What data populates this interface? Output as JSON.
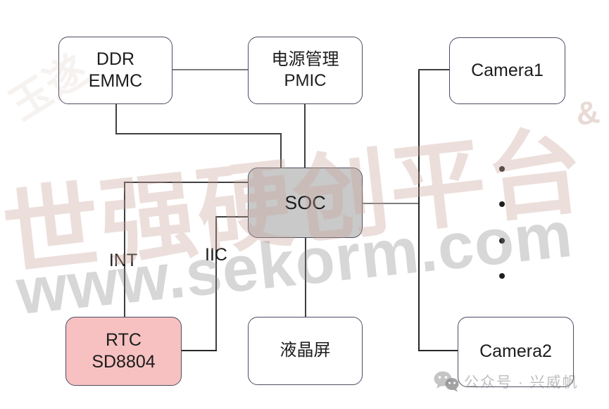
{
  "diagram": {
    "nodes": {
      "ddr": {
        "line1": "DDR",
        "line2": "EMMC"
      },
      "pmic": {
        "line1": "电源管理",
        "line2": "PMIC"
      },
      "camera1": {
        "label": "Camera1"
      },
      "soc": {
        "label": "SOC"
      },
      "rtc": {
        "line1": "RTC",
        "line2": "SD8804"
      },
      "lcd": {
        "label": "液晶屏"
      },
      "camera2": {
        "label": "Camera2"
      }
    },
    "edge_labels": {
      "int": "INT",
      "iic": "IIC"
    },
    "colors": {
      "soc_fill": "#c9c9c9",
      "rtc_fill": "#f7c1c1",
      "node_fill": "#ffffff",
      "node_border": "#4d4d63",
      "connector_dark": "#3f3f3f",
      "connector_gray": "#7d7d7d"
    }
  },
  "watermark": {
    "brand_cjk": "世强硬创平台",
    "brand_url": "www.sekorm.com",
    "ampersand": "&",
    "corner_faint": "玉遂",
    "footer": {
      "icon": "wechat-icon",
      "text": "公众号 · 兴威帆"
    }
  }
}
